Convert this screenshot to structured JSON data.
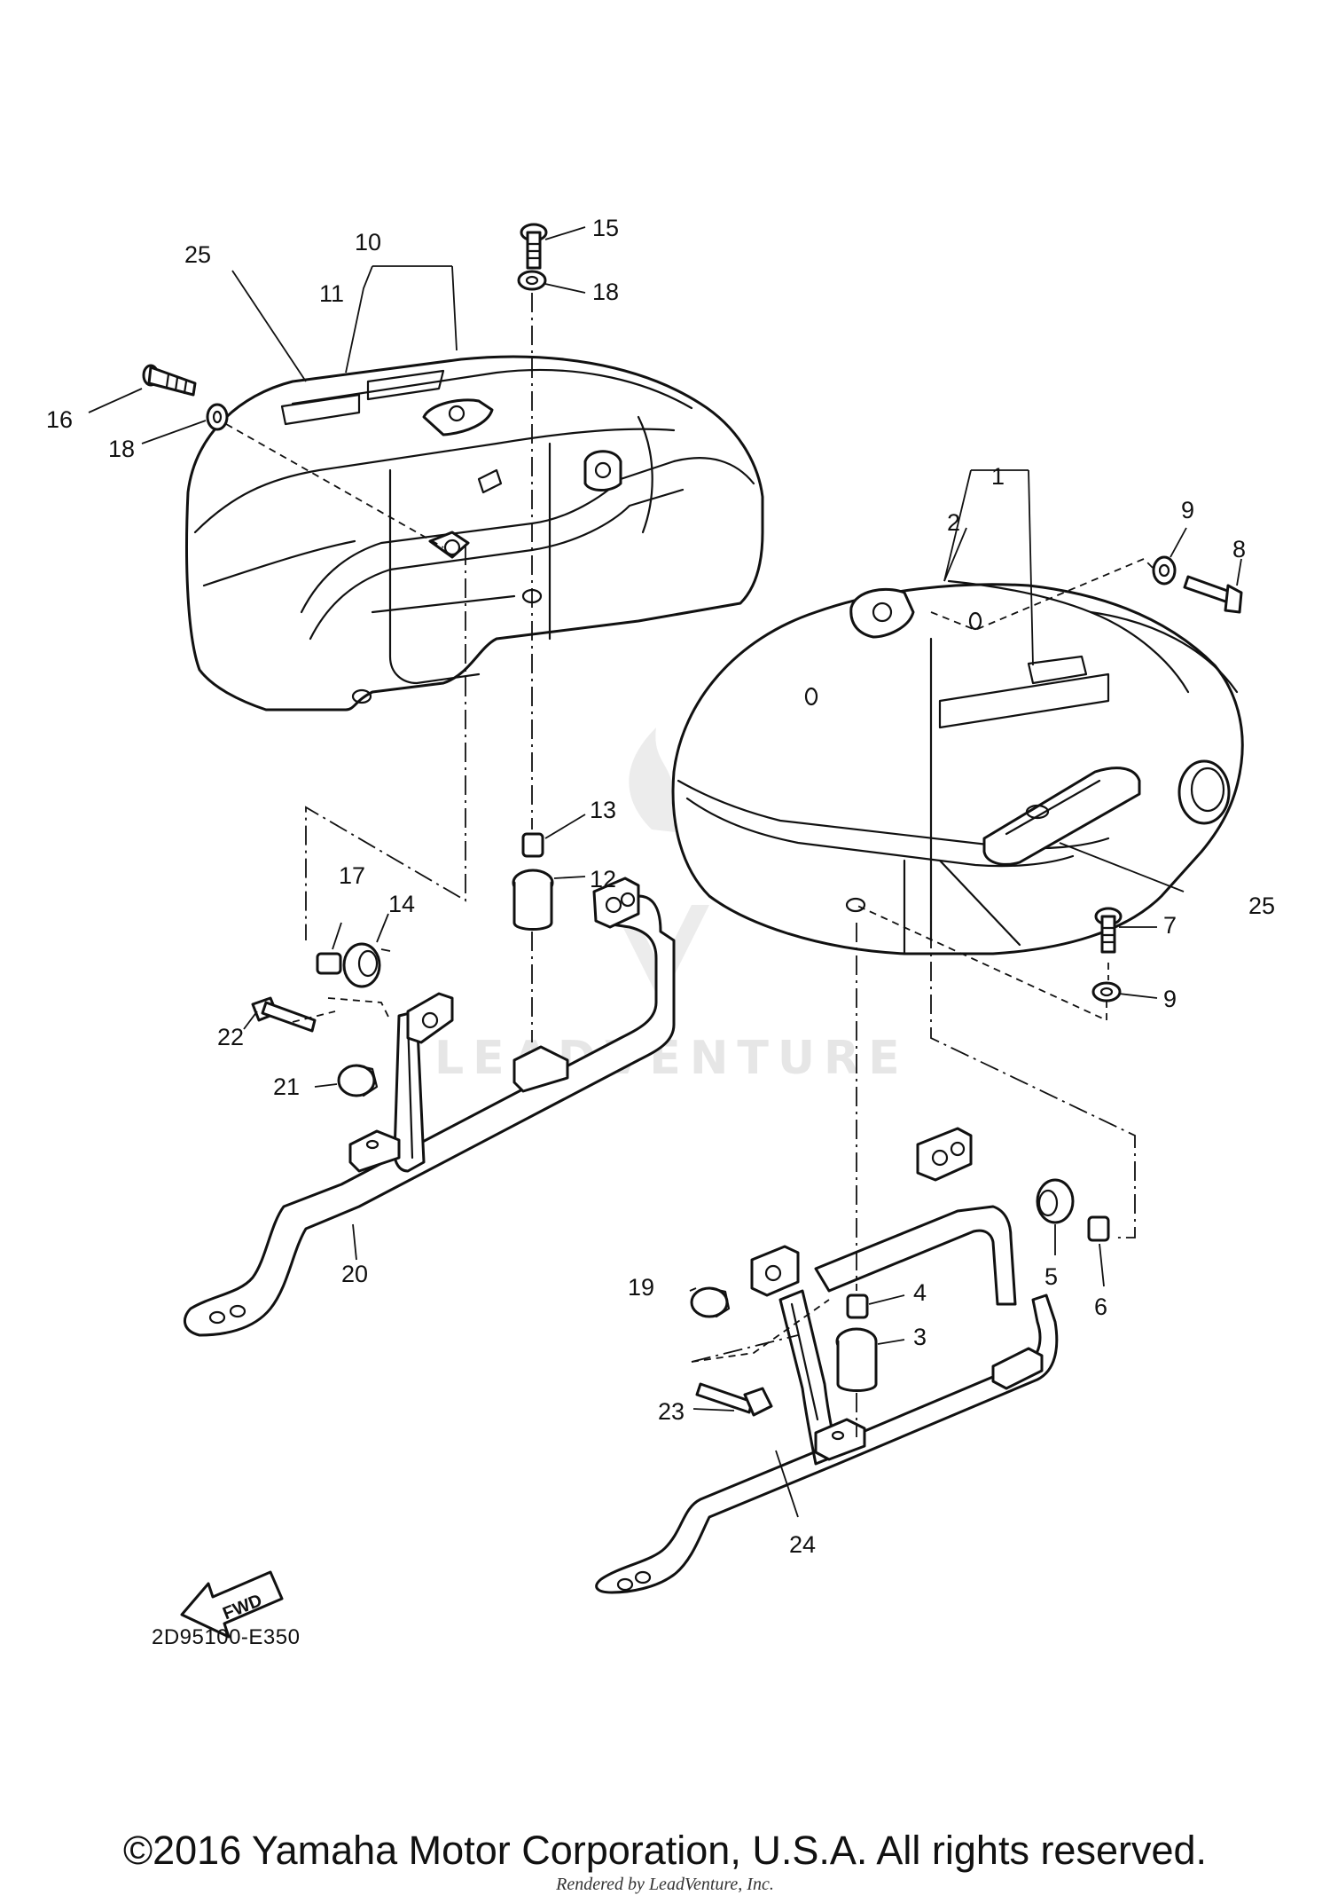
{
  "diagram": {
    "code": "2D95100-E350",
    "fwd_label": "FWD",
    "watermark_text": "LEADVENTURE"
  },
  "callouts": [
    "1",
    "2",
    "3",
    "4",
    "5",
    "6",
    "7",
    "8",
    "9",
    "9",
    "10",
    "11",
    "12",
    "13",
    "14",
    "15",
    "16",
    "17",
    "18",
    "18",
    "19",
    "20",
    "21",
    "22",
    "23",
    "24",
    "25",
    "25"
  ],
  "footer": {
    "copyright": "©2016 Yamaha Motor Corporation, U.S.A. All rights reserved.",
    "rendered_by": "Rendered by LeadVenture, Inc."
  },
  "colors": {
    "line": "#111111",
    "background": "#ffffff",
    "watermark": "#e6e6e6"
  }
}
